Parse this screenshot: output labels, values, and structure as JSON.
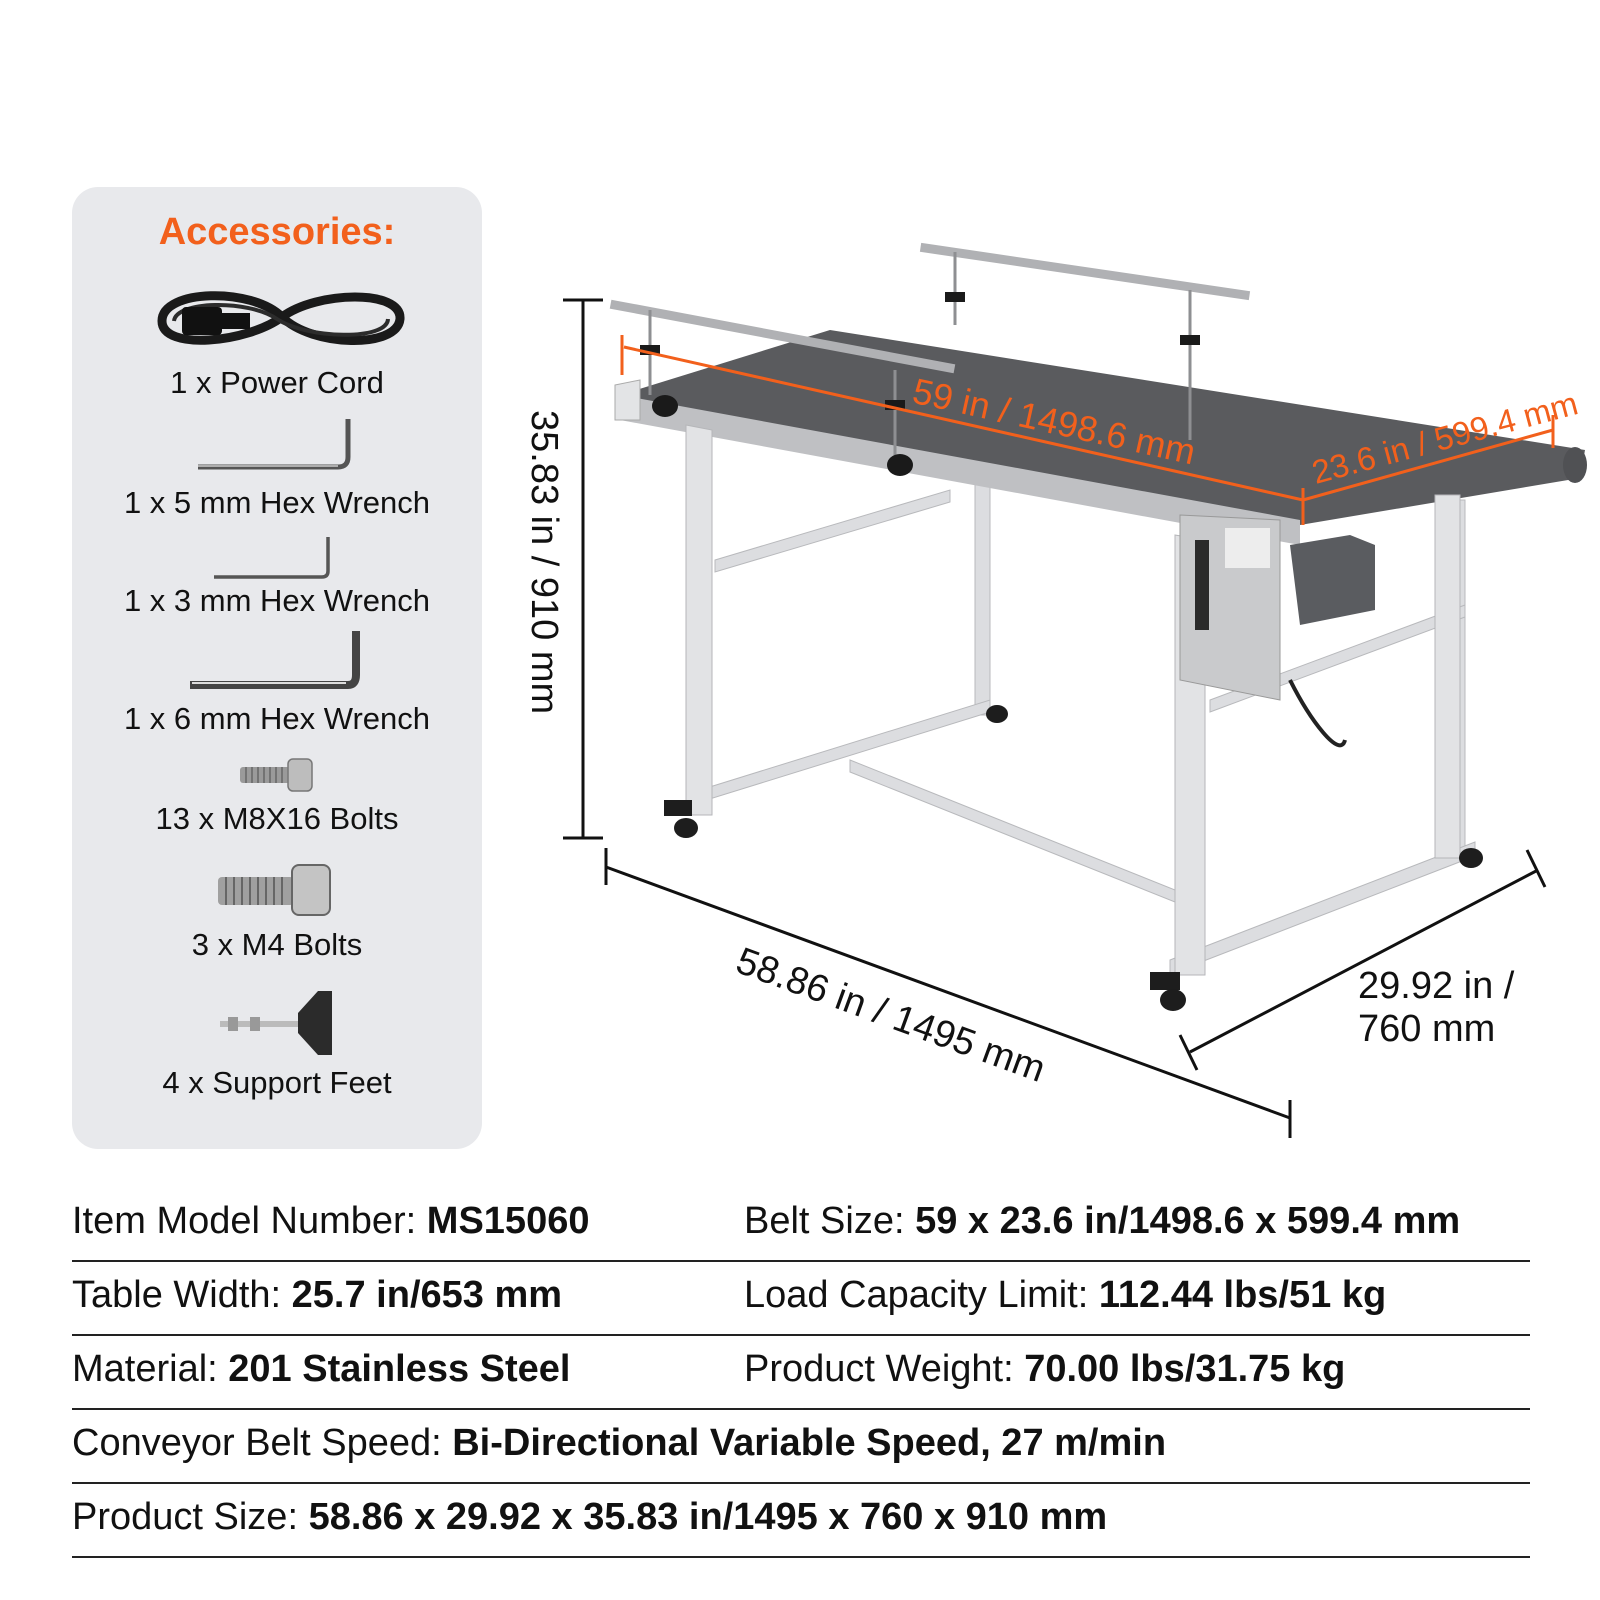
{
  "accessories": {
    "title": "Accessories:",
    "items": [
      {
        "icon": "power-cord-icon",
        "label": "1 x Power Cord"
      },
      {
        "icon": "hex-wrench-icon",
        "label": "1 x 5 mm Hex Wrench"
      },
      {
        "icon": "hex-wrench-icon",
        "label": "1 x 3 mm Hex Wrench"
      },
      {
        "icon": "hex-wrench-icon",
        "label": "1 x 6 mm Hex Wrench"
      },
      {
        "icon": "bolt-icon",
        "label": "13 x M8X16 Bolts"
      },
      {
        "icon": "bolt-icon",
        "label": "3 x M4 Bolts"
      },
      {
        "icon": "support-foot-icon",
        "label": "4 x Support Feet"
      }
    ]
  },
  "dimensions": {
    "height": "35.83 in / 910 mm",
    "belt_length": "59 in / 1498.6 mm",
    "belt_width": "23.6 in / 599.4 mm",
    "length": "58.86 in / 1495 mm",
    "depth_line1": "29.92 in /",
    "depth_line2": "760 mm"
  },
  "colors": {
    "accent": "#f2601c",
    "panel_bg": "#e8e9ec",
    "belt": "#5a5b5e",
    "frame": "#d9dadc"
  },
  "specs": {
    "rows": [
      {
        "left": {
          "label": "Item Model Number: ",
          "value": "MS15060"
        },
        "right": {
          "label": "Belt Size: ",
          "value": "59 x 23.6 in/1498.6 x 599.4 mm"
        }
      },
      {
        "left": {
          "label": "Table Width: ",
          "value": "25.7 in/653 mm"
        },
        "right": {
          "label": "Load Capacity Limit: ",
          "value": "112.44 lbs/51 kg"
        }
      },
      {
        "left": {
          "label": "Material: ",
          "value": "201 Stainless Steel"
        },
        "right": {
          "label": "Product Weight: ",
          "value": "70.00 lbs/31.75 kg"
        }
      },
      {
        "full": {
          "label": "Conveyor Belt Speed: ",
          "value": "Bi-Directional Variable Speed, 27 m/min"
        }
      },
      {
        "full": {
          "label": "Product Size: ",
          "value": "58.86 x 29.92 x 35.83 in/1495 x 760 x 910 mm"
        }
      }
    ]
  }
}
